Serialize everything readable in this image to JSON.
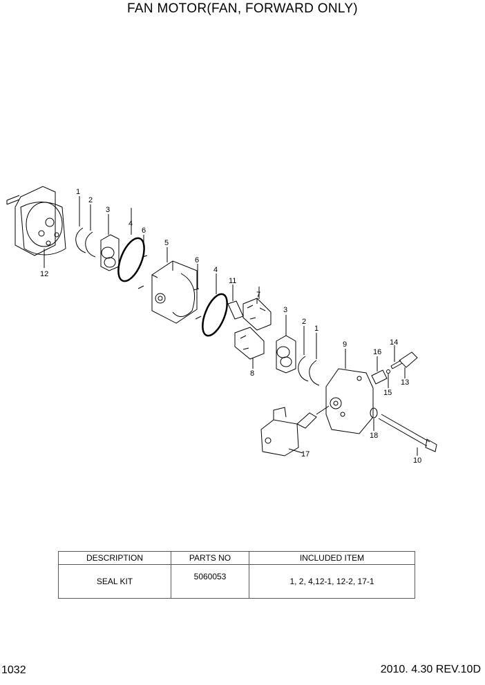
{
  "header": {
    "title": "FAN MOTOR(FAN, FORWARD ONLY)"
  },
  "callouts": [
    "1",
    "2",
    "3",
    "4",
    "6",
    "5",
    "6",
    "4",
    "11",
    "7",
    "3",
    "2",
    "1",
    "9",
    "16",
    "14",
    "12",
    "8",
    "15",
    "13",
    "17",
    "18",
    "10"
  ],
  "kit_table": {
    "headers": [
      "DESCRIPTION",
      "PARTS NO",
      "INCLUDED ITEM"
    ],
    "rows": [
      [
        "SEAL KIT",
        "5060053",
        "1, 2, 4,12-1, 12-2, 17-1"
      ]
    ]
  },
  "footer": {
    "page_number": "1032",
    "revision": "2010. 4.30  REV.10D"
  }
}
